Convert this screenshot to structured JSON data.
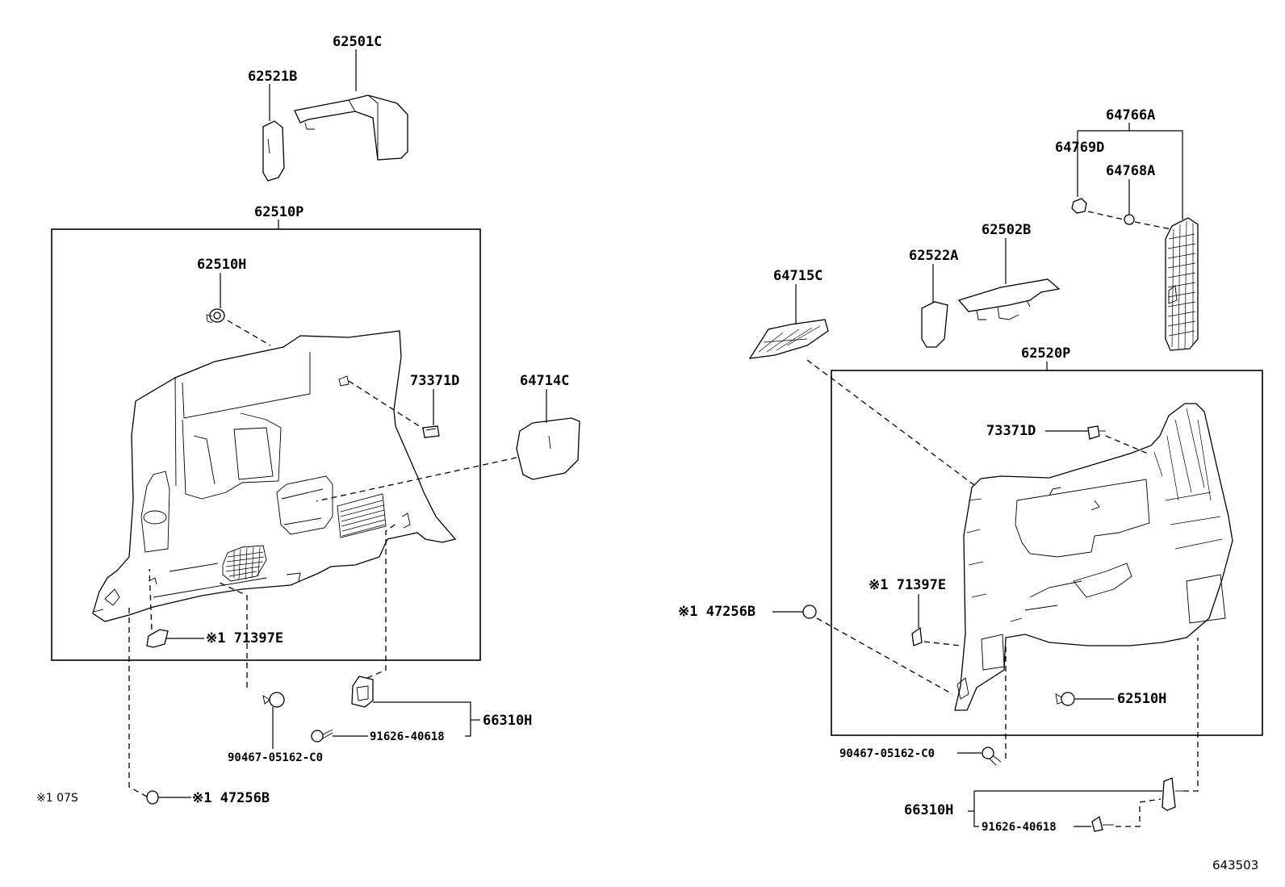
{
  "diagram": {
    "footnote_left": "※1 07S",
    "figure_id": "643503",
    "left_assembly": {
      "frame_label": "62510P",
      "parts": {
        "p62501C": "62501C",
        "p62521B": "62521B",
        "p62510H": "62510H",
        "p73371D": "73371D",
        "p64714C": "64714C",
        "p71397E": "※1 71397E",
        "p90467": "90467-05162-C0",
        "p91626": "91626-40618",
        "p66310H": "66310H",
        "p47256B": "※1 47256B"
      }
    },
    "right_assembly": {
      "frame_label": "62520P",
      "parts": {
        "p64766A": "64766A",
        "p64769D": "64769D",
        "p64768A": "64768A",
        "p62502B": "62502B",
        "p62522A": "62522A",
        "p64715C": "64715C",
        "p73371D": "73371D",
        "p71397E": "※1 71397E",
        "p47256B": "※1 47256B",
        "p62510H": "62510H",
        "p90467": "90467-05162-C0",
        "p66310H": "66310H",
        "p91626": "91626-40618"
      }
    }
  }
}
